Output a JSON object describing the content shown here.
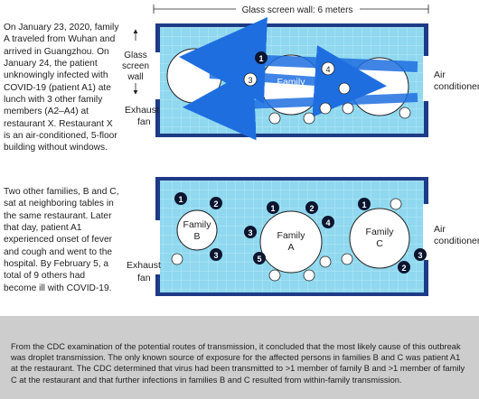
{
  "text": {
    "p1": "On January 23, 2020, family A traveled from Wuhan and arrived in Guangzhou. On January 24, the patient unknowingly infected with COVID-19 (patient A1) ate lunch with 3 other family members (A2–A4) at restaurant X. Restaurant X is an air-conditioned, 5-floor building without windows.",
    "p2": "Two other families, B and C, sat at neighboring tables in the same restaurant. Later that day, patient A1 experienced onset of fever and cough and went to the hospital. By February 5, a total of 9 others had become ill with COVID-19.",
    "footer": "From the CDC examination of the potential routes of transmission, it concluded that the most likely cause of this outbreak was droplet transmission. The only known source of exposure for the affected persons in families B and C was patient A1 at the restaurant. The CDC determined that virus had been transmitted to >1 member of family B and >1 member of family C at the restaurant and that further infections in families B and C resulted from within-family transmission."
  },
  "diagram": {
    "top_label": "Glass screen wall: 6 meters",
    "side_wall": [
      "Glass",
      "screen",
      "wall"
    ],
    "exhaust": [
      "Exhaust",
      "fan"
    ],
    "air_conditioner": [
      "Air",
      "conditioner"
    ],
    "family_a": [
      "Family",
      "A"
    ],
    "family_b": [
      "Family",
      "B"
    ],
    "family_c": [
      "Family",
      "C"
    ],
    "top_seats": [
      "1",
      "3",
      "4"
    ],
    "bottom_seats_b": [
      "1",
      "2",
      "3"
    ],
    "bottom_seats_a": [
      "1",
      "2",
      "3",
      "4",
      "5"
    ],
    "bottom_seats_c": [
      "1",
      "2",
      "3"
    ]
  },
  "colors": {
    "room_fill": "#8fd8ef",
    "room_border": "#1d3b86",
    "arrow": "#1f6ee0",
    "filled_seat": "#0b1530"
  }
}
